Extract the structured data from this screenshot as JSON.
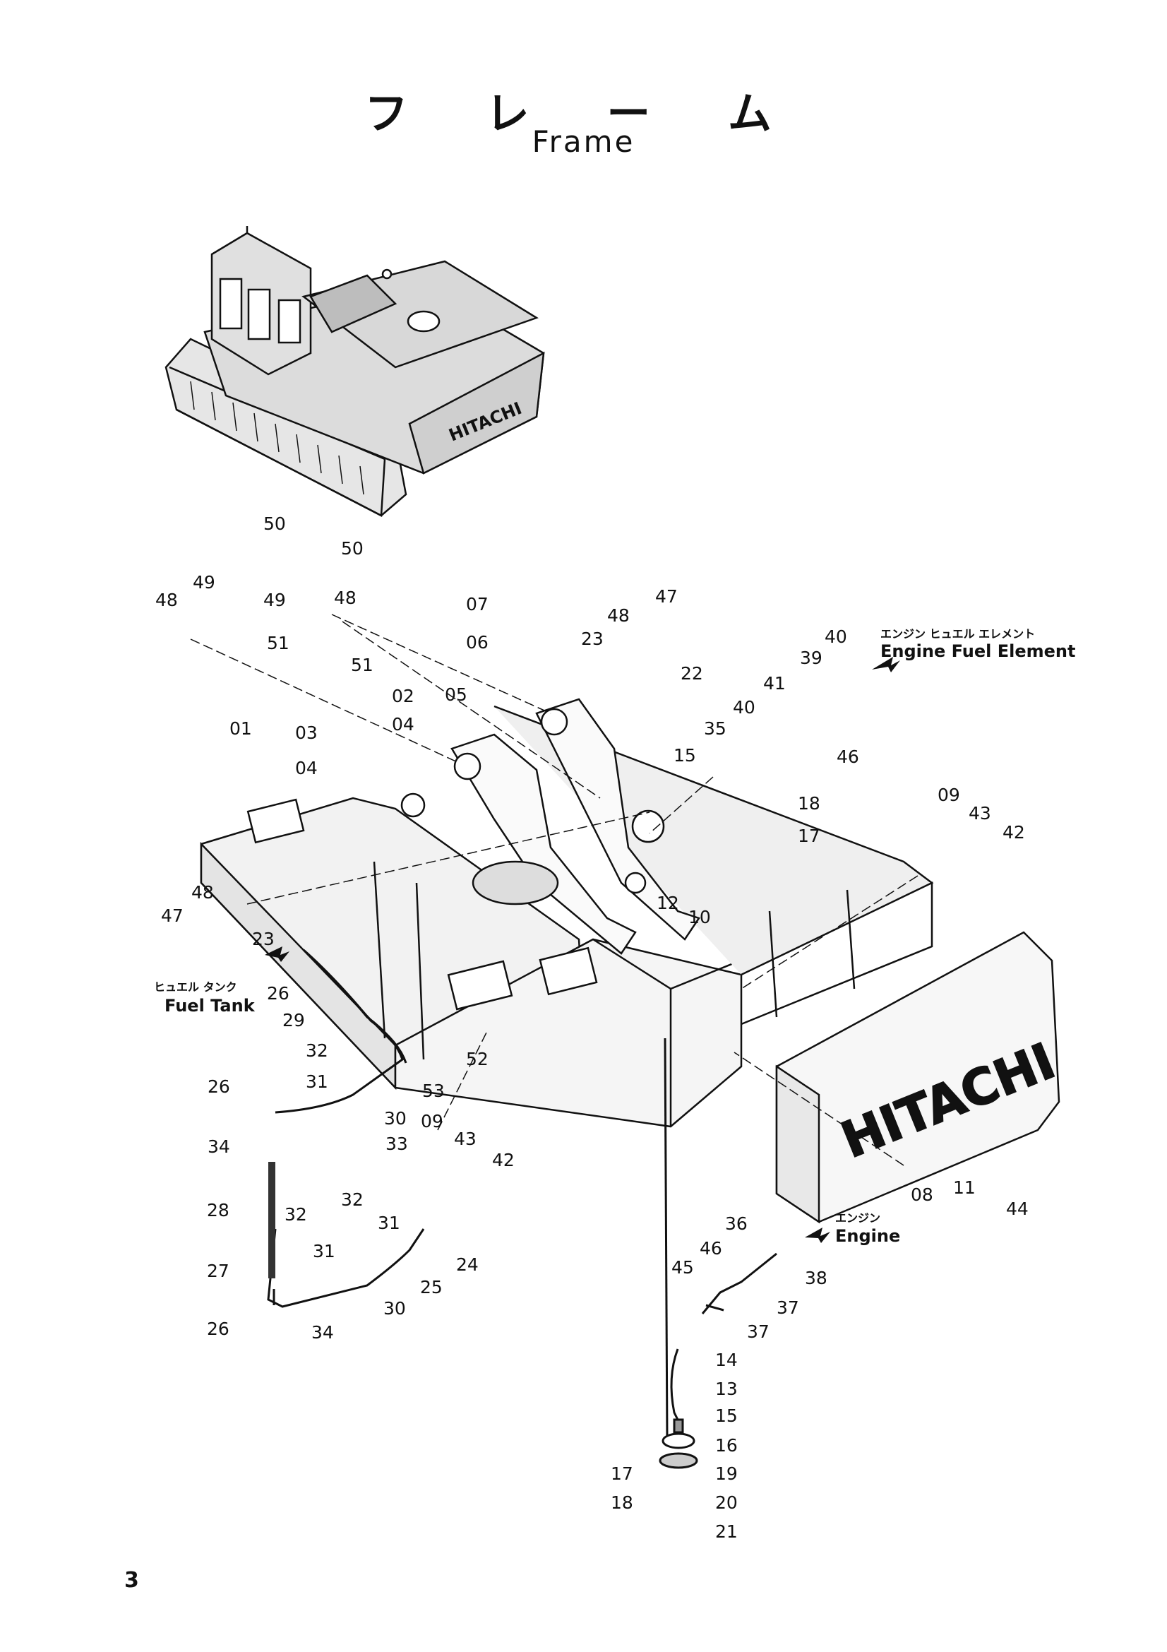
{
  "title_jp": "フ レ ー ム",
  "title_en": "Frame",
  "page_number": "3",
  "machine_brand": "HITACHI",
  "notes": {
    "engine_fuel_element_jp": "エンジン ヒュエル エレメント",
    "engine_fuel_element_en": "Engine Fuel Element",
    "fuel_tank_jp": "ヒュエル タンク",
    "fuel_tank_en": "Fuel Tank",
    "engine_jp": "エンジン",
    "engine_en": "Engine"
  },
  "callouts": [
    "50",
    "50",
    "49",
    "48",
    "49",
    "48",
    "51",
    "51",
    "07",
    "06",
    "47",
    "48",
    "23",
    "22",
    "40",
    "39",
    "41",
    "02",
    "05",
    "04",
    "01",
    "03",
    "04",
    "40",
    "35",
    "15",
    "46",
    "18",
    "17",
    "09",
    "43",
    "42",
    "48",
    "12",
    "10",
    "47",
    "23",
    "26",
    "29",
    "32",
    "52",
    "31",
    "53",
    "26",
    "30",
    "09",
    "33",
    "43",
    "34",
    "42",
    "28",
    "32",
    "31",
    "32",
    "31",
    "24",
    "30",
    "25",
    "27",
    "26",
    "34",
    "11",
    "08",
    "44",
    "36",
    "46",
    "38",
    "45",
    "37",
    "37",
    "14",
    "13",
    "15",
    "16",
    "17",
    "19",
    "18",
    "20",
    "21"
  ]
}
